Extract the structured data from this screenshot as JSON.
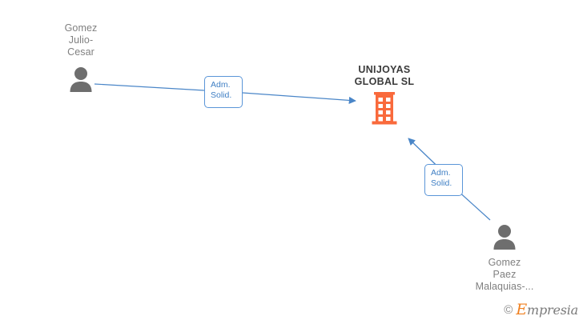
{
  "diagram": {
    "type": "company-relationship-graph",
    "background_color": "#ffffff",
    "accent_color": "#4a86c8",
    "company_color": "#f96a3c",
    "person_color": "#6e6e6e",
    "label_text_color": "#808080"
  },
  "nodes": [
    {
      "id": "person-left",
      "kind": "person",
      "label": "Gomez\nJulio-\nCesar",
      "icon": "person-icon",
      "label_position": "above"
    },
    {
      "id": "company-center",
      "kind": "company",
      "label": "UNIJOYAS\nGLOBAL  SL",
      "icon": "building-icon",
      "label_position": "above"
    },
    {
      "id": "person-bottom-right",
      "kind": "person",
      "label": "Gomez\nPaez\nMalaquias-...",
      "icon": "person-icon",
      "label_position": "below"
    }
  ],
  "edges": [
    {
      "id": "edge-1",
      "from": "person-left",
      "to": "company-center",
      "label": "Adm.\nSolid.",
      "direction": "to-company"
    },
    {
      "id": "edge-2",
      "from": "person-bottom-right",
      "to": "company-center",
      "label": "Adm.\nSolid.",
      "direction": "to-company"
    }
  ],
  "watermark": {
    "copyright": "©",
    "brand_first_letter": "E",
    "brand_rest": "mpresia"
  }
}
